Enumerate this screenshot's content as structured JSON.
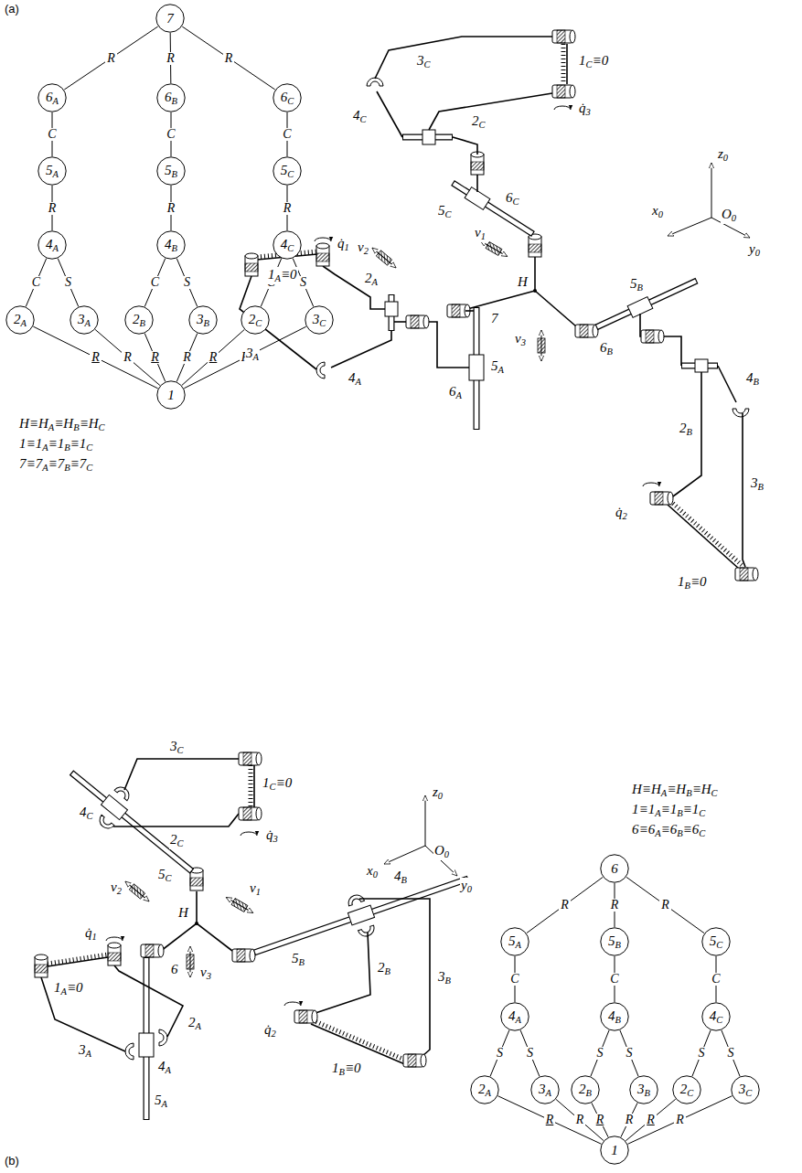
{
  "diagram": {
    "nodes": [
      {
        "text": [
          "7"
        ]
      },
      {
        "text": [
          "6A"
        ]
      },
      {
        "text": [
          "6B"
        ]
      },
      {
        "text": [
          "6C"
        ]
      },
      {
        "text": [
          "5A"
        ]
      },
      {
        "text": [
          "5B"
        ]
      },
      {
        "text": [
          "5C"
        ]
      },
      {
        "text": [
          "4A"
        ]
      },
      {
        "text": [
          "4B"
        ]
      },
      {
        "text": [
          "4C"
        ]
      },
      {
        "text": [
          "2A"
        ]
      },
      {
        "text": [
          "3A"
        ]
      },
      {
        "text": [
          "2B"
        ]
      },
      {
        "text": [
          "3B"
        ]
      },
      {
        "text": [
          "2C"
        ]
      },
      {
        "text": [
          "3C"
        ]
      },
      {
        "text": [
          "1"
        ]
      },
      {
        "text": [
          "6"
        ]
      },
      {
        "text": [
          "5A"
        ]
      },
      {
        "text": [
          "5B"
        ]
      },
      {
        "text": [
          "5C"
        ]
      },
      {
        "text": [
          "4A"
        ]
      },
      {
        "text": [
          "4B"
        ]
      },
      {
        "text": [
          "4C"
        ]
      },
      {
        "text": [
          "2A"
        ]
      },
      {
        "text": [
          "3A"
        ]
      },
      {
        "text": [
          "2B"
        ]
      },
      {
        "text": [
          "3B"
        ]
      },
      {
        "text": [
          "2C"
        ]
      },
      {
        "text": [
          "3C"
        ]
      },
      {
        "text": [
          "1"
        ]
      }
    ],
    "edges": [
      {
        "from": 0,
        "to": 1,
        "arrow": "none",
        "label": "R"
      },
      {
        "from": 0,
        "to": 2,
        "arrow": "none",
        "label": "R"
      },
      {
        "from": 0,
        "to": 3,
        "arrow": "none",
        "label": "R"
      },
      {
        "from": 1,
        "to": 4,
        "arrow": "none",
        "label": "C"
      },
      {
        "from": 2,
        "to": 5,
        "arrow": "none",
        "label": "C"
      },
      {
        "from": 3,
        "to": 6,
        "arrow": "none",
        "label": "C"
      },
      {
        "from": 4,
        "to": 7,
        "arrow": "none",
        "label": "R"
      },
      {
        "from": 5,
        "to": 8,
        "arrow": "none",
        "label": "R"
      },
      {
        "from": 6,
        "to": 9,
        "arrow": "none",
        "label": "R"
      },
      {
        "from": 7,
        "to": 10,
        "arrow": "none",
        "label": "C"
      },
      {
        "from": 7,
        "to": 11,
        "arrow": "none",
        "label": "S"
      },
      {
        "from": 8,
        "to": 12,
        "arrow": "none",
        "label": "C"
      },
      {
        "from": 8,
        "to": 13,
        "arrow": "none",
        "label": "S"
      },
      {
        "from": 9,
        "to": 14,
        "arrow": "none",
        "label": "C"
      },
      {
        "from": 9,
        "to": 15,
        "arrow": "none",
        "label": "S"
      },
      {
        "from": 10,
        "to": 16,
        "arrow": "none",
        "label": "R"
      },
      {
        "from": 11,
        "to": 16,
        "arrow": "none",
        "label": "R"
      },
      {
        "from": 12,
        "to": 16,
        "arrow": "none",
        "label": "R"
      },
      {
        "from": 13,
        "to": 16,
        "arrow": "none",
        "label": "R"
      },
      {
        "from": 14,
        "to": 16,
        "arrow": "none",
        "label": "R"
      },
      {
        "from": 15,
        "to": 16,
        "arrow": "none",
        "label": "R"
      },
      {
        "from": 17,
        "to": 18,
        "arrow": "none",
        "label": "R"
      },
      {
        "from": 17,
        "to": 19,
        "arrow": "none",
        "label": "R"
      },
      {
        "from": 17,
        "to": 20,
        "arrow": "none",
        "label": "R"
      },
      {
        "from": 18,
        "to": 21,
        "arrow": "none",
        "label": "C"
      },
      {
        "from": 19,
        "to": 22,
        "arrow": "none",
        "label": "C"
      },
      {
        "from": 20,
        "to": 23,
        "arrow": "none",
        "label": "C"
      },
      {
        "from": 21,
        "to": 24,
        "arrow": "none",
        "label": "S"
      },
      {
        "from": 21,
        "to": 25,
        "arrow": "none",
        "label": "S"
      },
      {
        "from": 22,
        "to": 26,
        "arrow": "none",
        "label": "S"
      },
      {
        "from": 22,
        "to": 27,
        "arrow": "none",
        "label": "S"
      },
      {
        "from": 23,
        "to": 28,
        "arrow": "none",
        "label": "S"
      },
      {
        "from": 23,
        "to": 29,
        "arrow": "none",
        "label": "S"
      },
      {
        "from": 24,
        "to": 30,
        "arrow": "none",
        "label": "R"
      },
      {
        "from": 25,
        "to": 30,
        "arrow": "none",
        "label": "R"
      },
      {
        "from": 26,
        "to": 30,
        "arrow": "none",
        "label": "R"
      },
      {
        "from": 27,
        "to": 30,
        "arrow": "none",
        "label": "R"
      },
      {
        "from": 28,
        "to": 30,
        "arrow": "none",
        "label": "R"
      },
      {
        "from": 29,
        "to": 30,
        "arrow": "none",
        "label": "R"
      }
    ],
    "labels": [
      "(a)",
      "3C",
      "1C≡0",
      "q̇3",
      "4C",
      "2C",
      "5C",
      "6C",
      "v2",
      "v1",
      "H",
      "q̇1",
      "1A≡0",
      "2A",
      "3A",
      "4A",
      "7",
      "6A",
      "5A",
      "v3",
      "6B",
      "5B",
      "4B",
      "2B",
      "3B",
      "q̇2",
      "1B≡0",
      "z0",
      "x0",
      "O0",
      "y0",
      "H≡HA≡HB≡HC",
      "1≡1A≡1B≡1C",
      "7≡7A≡7B≡7C",
      "3C",
      "2C",
      "1C≡0",
      "q̇3",
      "4C",
      "5C",
      "v2",
      "H",
      "v1",
      "6",
      "v3",
      "q̇1",
      "1A≡0",
      "5A",
      "2A",
      "4A",
      "3A",
      "5B",
      "4B",
      "2B",
      "3B",
      "q̇2",
      "1B≡0",
      "z0",
      "x0",
      "O0",
      "y0",
      "H≡HA≡HB≡HC",
      "1≡1A≡1B≡1C",
      "6≡6A≡6B≡6C",
      "(b)"
    ]
  }
}
